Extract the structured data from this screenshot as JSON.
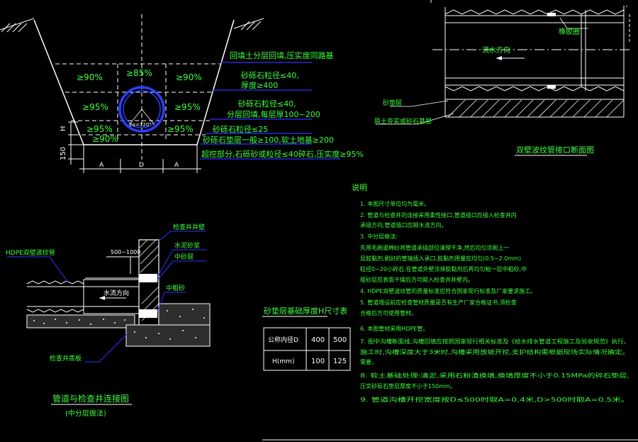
{
  "colors": {
    "background": "#000000",
    "line_white": "#ffffff",
    "text_green": "#3dff3d",
    "pipe_blue": "#2a3fff",
    "leader_blue": "#3030ff",
    "sand": "#2e2e2e",
    "yellow": "#ffee66"
  },
  "trench_section": {
    "layer_labels": [
      "回填土分层回填,压实度同路基",
      "砂砾石粒径≤40,",
      "厚度≥400",
      "砂砾石粒径≤40,",
      "分层回填,每层厚100~200",
      "砂砾石粒径≤25",
      "砂砾石垫层一般≥100,软土地基≥200",
      "超挖部分,石砾砂或粒径≤40碎石,压实度≥95%"
    ],
    "compaction_left": [
      "≥90%",
      "≥95%",
      "≥95%",
      "≥90%"
    ],
    "compaction_right": [
      "≥90%",
      "≥95%",
      "≥95%"
    ],
    "compaction_top": "≥85%",
    "pipe_angle_label": "2α=120°",
    "dim_h": "H",
    "dim_150": "150",
    "dim_a_left": "A",
    "dim_d": "D",
    "dim_a_right": "A"
  },
  "pipe_joint_section": {
    "title": "双壁波纹管接口断面图",
    "flow_label": "流水方向",
    "rubber_ring_label": "橡胶圈",
    "sand_label": "砂垫层",
    "bed_label": "原土夯实或砂石基层"
  },
  "manhole_connection": {
    "pipe_label": "HDPE双壁波纹管",
    "dim_label": "500~1000",
    "callout_1": "检查井井壁",
    "callout_2": "水泥砂浆",
    "callout_3": "中砂层",
    "callout_4": "中粗砂",
    "flow_label": "水流方向",
    "footing_label": "检查井底板",
    "title": "管道与检查井连接图",
    "subtitle": "(中分层做法)"
  },
  "table": {
    "title": "砂垫层基础厚度H尺寸表",
    "row1_label": "公称内径D",
    "row1_values": [
      "400",
      "500"
    ],
    "row2_label": "H(mm)",
    "row2_values": [
      "100",
      "125"
    ]
  },
  "notes": {
    "heading": "说明",
    "lines": [
      "1. 本图尺寸单位均为毫米。",
      "2. 管道与检查井的连接采用柔性接口,管道插口应插入检查井内",
      "    承插方向,管道插口应顺水流方向。",
      "3. 中分层做法:",
      "    先用毛刷或棉纱将管道承插部位清理干净,然后均匀涂刷上一",
      "    层胶黏剂,刷好的管端插入承口,胶黏剂用量应均匀(0.5~2.0mm)",
      "    粒径0~20小碎石,在管道外壁涂抹胶黏剂后再均匀粘一层中粗砂,中",
      "    粗砂层应表面干燥后方可砌入检查井井壁内。",
      "4. HDPE双壁波纹管的质量标准应符合国家现行标准及厂家要求施工。",
      "5. 管道埋设前应检查管材质量是否有生产厂家合格证书,须检查",
      "    合格后方可使用管材。",
      "6. 本图管材采用HDPE管。",
      "7. 图中沟槽断面线,沟槽回填应按照国家现行相关标准及《给水排水管道工程施工及验收规范》执行。",
      "    施工时,沟槽深度大于3米时,沟槽采用放坡开挖,支护结构需根据现场实际情况确定。",
      "    需要。",
      "8. 软土基础处理:清淤,采用石粉渣换填,换填厚度不小于0.15MPa的碎石垫层,",
      "    压实砂砾石垫层厚度不小于150mm。",
      "9. 管道沟槽开挖宽度按D≤500时取A=0.4米,D>500时取A=0.5米。"
    ]
  }
}
